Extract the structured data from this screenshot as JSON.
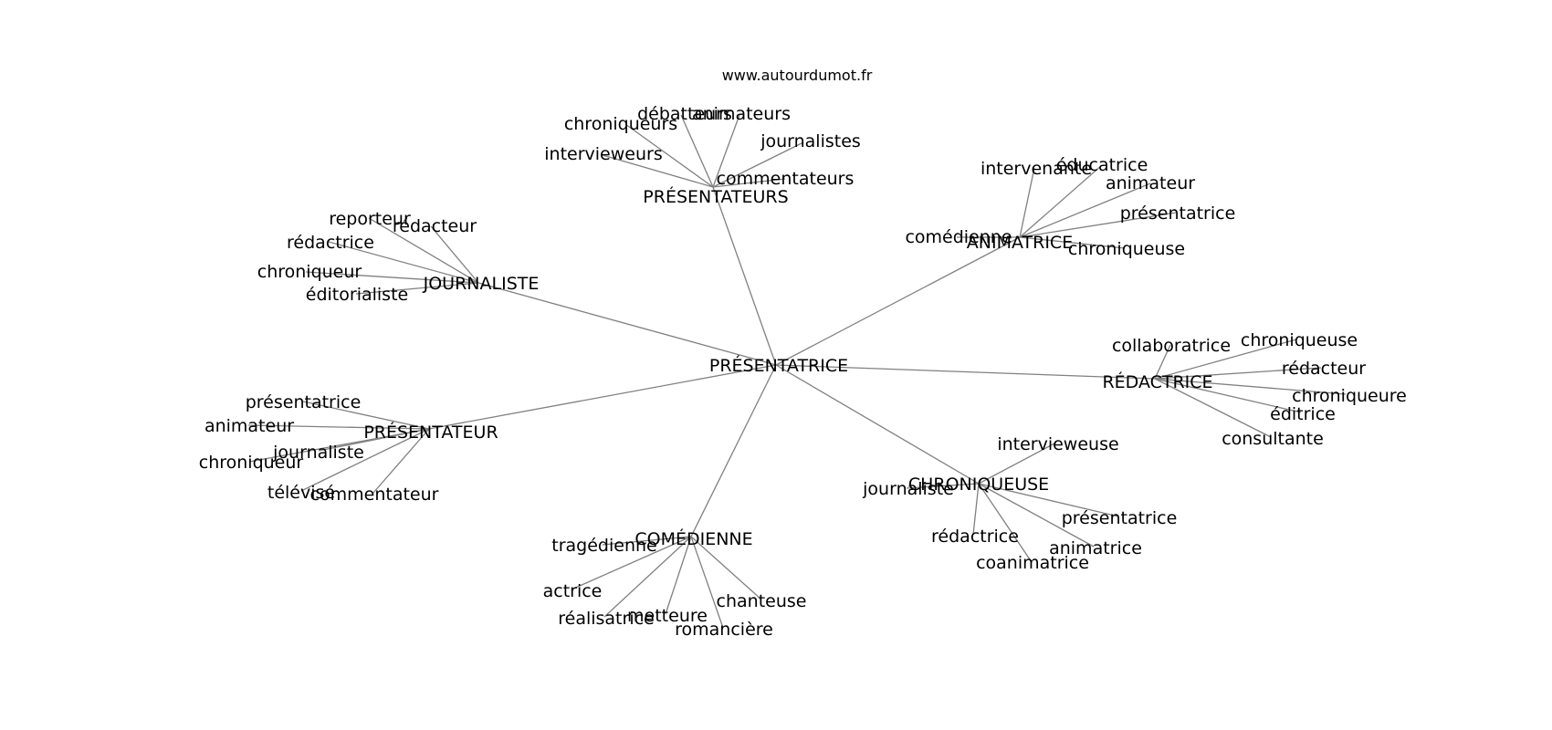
{
  "source": "www.autourdumot.fr",
  "graph": {
    "center": "PRÉSENTATRICE",
    "hubs": [
      {
        "label": "PRÉSENTATEURS",
        "leaves": [
          "débatteurs",
          "animateurs",
          "chroniqueurs",
          "journalistes",
          "intervieweurs",
          "commentateurs"
        ]
      },
      {
        "label": "JOURNALISTE",
        "leaves": [
          "reporteur",
          "rédacteur",
          "rédactrice",
          "chroniqueur",
          "éditorialiste"
        ]
      },
      {
        "label": "ANIMATRICE",
        "leaves": [
          "intervenante",
          "éducatrice",
          "animateur",
          "présentatrice",
          "comédienne",
          "chroniqueuse"
        ]
      },
      {
        "label": "RÉDACTRICE",
        "leaves": [
          "collaboratrice",
          "chroniqueuse",
          "rédacteur",
          "chroniqueure",
          "éditrice",
          "consultante"
        ]
      },
      {
        "label": "PRÉSENTATEUR",
        "leaves": [
          "présentatrice",
          "animateur",
          "journaliste",
          "chroniqueur",
          "télévisé",
          "commentateur"
        ]
      },
      {
        "label": "CHRONIQUEUSE",
        "leaves": [
          "intervieweuse",
          "journaliste",
          "présentatrice",
          "rédactrice",
          "animatrice",
          "coanimatrice"
        ]
      },
      {
        "label": "COMÉDIENNE",
        "leaves": [
          "tragédienne",
          "actrice",
          "chanteuse",
          "réalisatrice",
          "metteure",
          "romancière"
        ]
      }
    ]
  }
}
